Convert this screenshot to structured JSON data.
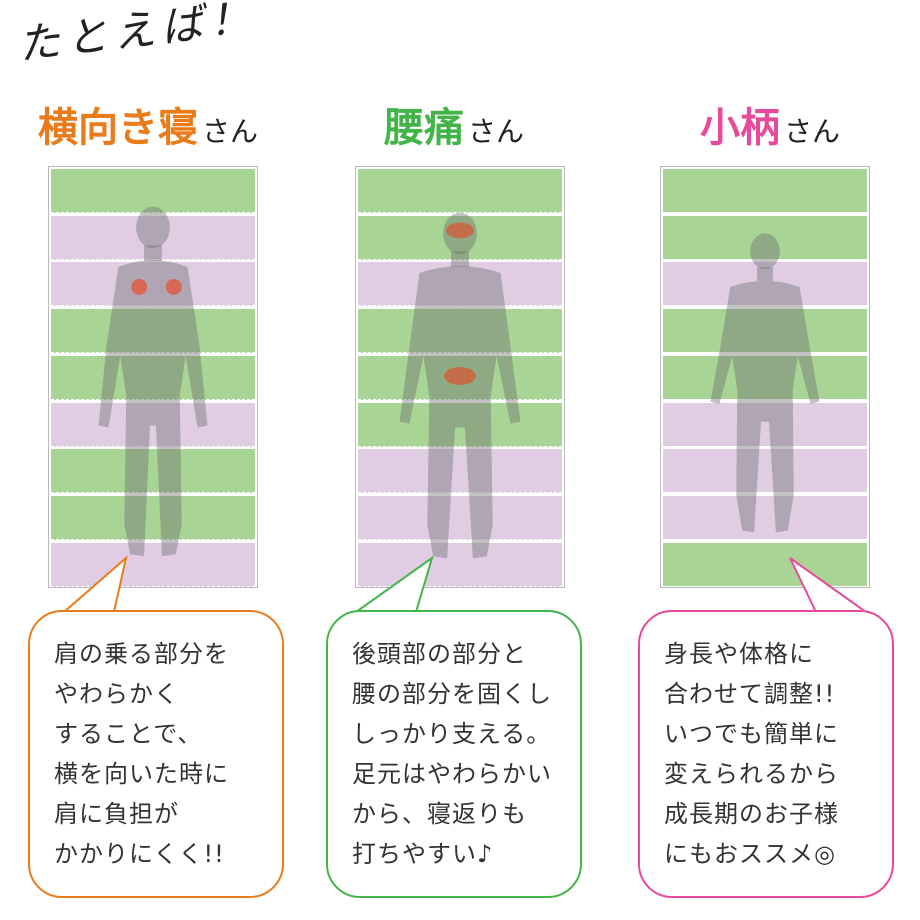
{
  "intro": "たとえば！",
  "colors": {
    "orange": "#ea7b1a",
    "green": "#43b44a",
    "pink": "#e84a9b",
    "mat_green": "#a8d595",
    "mat_purple": "#e0cde3"
  },
  "cases": [
    {
      "title_main": "横向き寝",
      "title_suffix": "さん",
      "segments": [
        "g",
        "p",
        "p",
        "g",
        "g",
        "p",
        "g",
        "g",
        "p"
      ],
      "pain_points": "shoulders",
      "lines": [
        "肩の乗る部分を",
        "やわらかく",
        "することで、",
        "横を向いた時に",
        "肩に負担が",
        "かかりにくく!!"
      ]
    },
    {
      "title_main": "腰痛",
      "title_suffix": "さん",
      "segments": [
        "g",
        "g",
        "p",
        "g",
        "g",
        "g",
        "p",
        "p",
        "p"
      ],
      "pain_points": "head-and-lower-back",
      "lines": [
        "後頭部の部分と",
        "腰の部分を固くし",
        "しっかり支える。",
        "足元はやわらかい",
        "から、寝返りも",
        "打ちやすい♪"
      ]
    },
    {
      "title_main": "小柄",
      "title_suffix": "さん",
      "segments": [
        "g",
        "g",
        "p",
        "g",
        "g",
        "p",
        "p",
        "p",
        "g"
      ],
      "pain_points": "none",
      "lines": [
        "身長や体格に",
        "合わせて調整!!",
        "いつでも簡単に",
        "変えられるから",
        "成長期のお子様",
        "にもおススメ◎"
      ]
    }
  ]
}
